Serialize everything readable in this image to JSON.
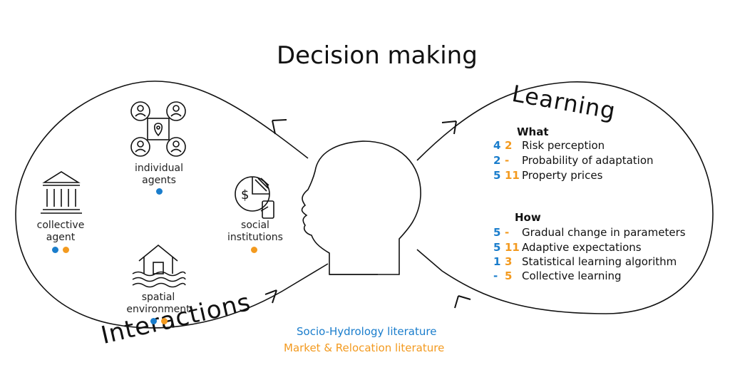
{
  "title": "Decision making",
  "learning_label": "Learning",
  "interactions_label": "Interactions",
  "colors": {
    "blue": "#1a7dcc",
    "orange": "#f39a1f",
    "line": "#111111"
  },
  "left_loop": {
    "collective_agent": {
      "label_line1": "collective",
      "label_line2": "agent",
      "icon": "bank-icon",
      "dots": [
        "blue",
        "orange"
      ]
    },
    "individual_agents": {
      "label_line1": "individual",
      "label_line2": "agents",
      "icon": "network-people-icon",
      "dots": [
        "blue"
      ]
    },
    "social_institutions": {
      "label_line1": "social",
      "label_line2": "institutions",
      "icon": "finance-pie-chart-icon",
      "dots": [
        "orange"
      ]
    },
    "spatial_environment": {
      "label_line1": "spatial",
      "label_line2": "environment",
      "icon": "flooded-house-icon",
      "dots": [
        "blue",
        "orange"
      ]
    }
  },
  "what": {
    "header": "What",
    "items": [
      {
        "blue": "4",
        "orange": "2",
        "text": "Risk perception"
      },
      {
        "blue": "2",
        "orange": "-",
        "text": "Probability of adaptation"
      },
      {
        "blue": "5",
        "orange": "11",
        "text": "Property prices"
      }
    ]
  },
  "how": {
    "header": "How",
    "items": [
      {
        "blue": "5",
        "orange": "-",
        "text": "Gradual change in parameters"
      },
      {
        "blue": "5",
        "orange": "11",
        "text": "Adaptive expectations"
      },
      {
        "blue": "1",
        "orange": "3",
        "text": "Statistical learning algorithm"
      },
      {
        "blue": "-",
        "orange": "5",
        "text": "Collective learning"
      }
    ]
  },
  "legend": {
    "socio_hydrology": "Socio-Hydrology literature",
    "market_relocation": "Market & Relocation literature"
  }
}
